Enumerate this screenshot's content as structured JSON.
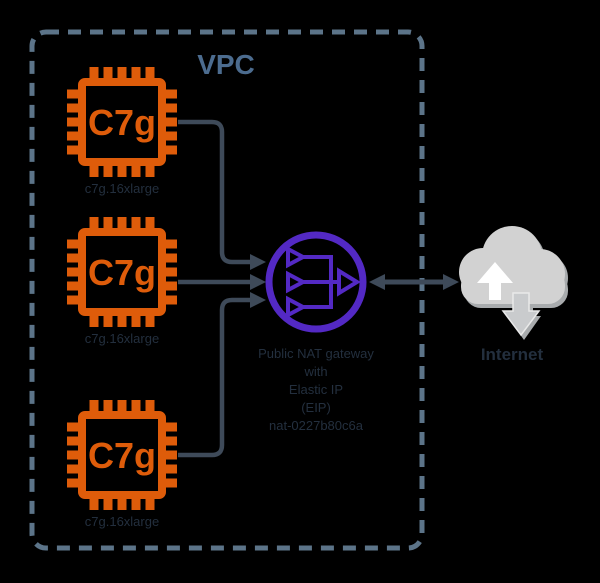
{
  "diagram": {
    "title": "VPC with three C7g instances behind a NAT gateway to the Internet",
    "vpc": {
      "label": "VPC"
    },
    "instances": [
      {
        "chip_text": "C7g",
        "label": "c7g.16xlarge"
      },
      {
        "chip_text": "C7g",
        "label": "c7g.16xlarge"
      },
      {
        "chip_text": "C7g",
        "label": "c7g.16xlarge"
      }
    ],
    "gateway": {
      "icon": "nat-gateway-icon",
      "label_lines": [
        "Public NAT gateway",
        "with",
        "Elastic IP",
        "(EIP)",
        "nat-0227b80c6a"
      ]
    },
    "internet": {
      "icon": "cloud-icon",
      "label": "Internet"
    },
    "colors": {
      "background": "#000000",
      "chip_orange": "#DE5C0A",
      "gateway_purple": "#5329C4",
      "arrow_slate": "#3E4A59",
      "vpc_border": "#5C7489",
      "vpc_text": "#4C6C8F",
      "label_text": "#232F3E",
      "cloud_gray": "#D2D2D2",
      "cloud_shadow": "#A8ABAD",
      "cloud_arrow_white": "#FFFFFF"
    }
  }
}
